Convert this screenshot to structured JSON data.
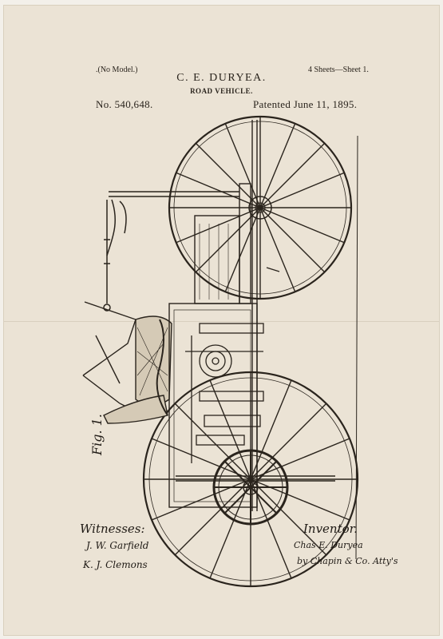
{
  "header": {
    "no_model": ".(No Model.)",
    "sheets": "4 Sheets—Sheet 1.",
    "inventor": "C. E. DURYEA.",
    "title": "ROAD VEHICLE.",
    "patent_number": "No. 540,648.",
    "patent_date": "Patented June 11, 1895."
  },
  "figure": {
    "label": "Fig. 1."
  },
  "footer": {
    "witnesses_label": "Witnesses:",
    "inventor_label": "Inventor.",
    "witness_1": "J. W. Garfield",
    "witness_2": "K. J. Clemons",
    "inventor_signature": "Chas E. Duryea",
    "attorney_signature": "by Chapin & Co. Atty's"
  },
  "colors": {
    "paper": "#ebe3d5",
    "ink": "#2a241d"
  }
}
